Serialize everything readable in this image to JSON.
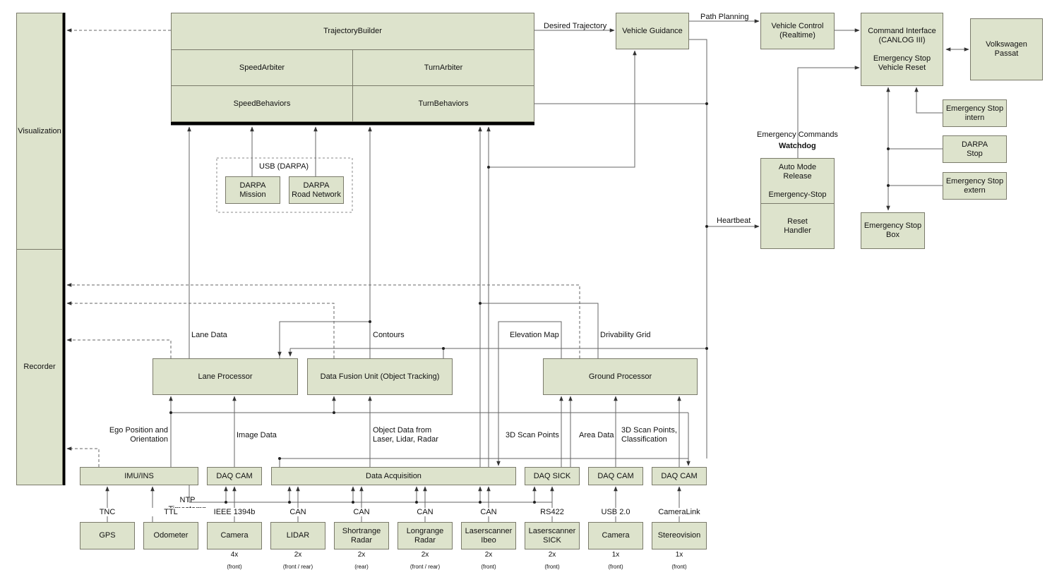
{
  "panels": {
    "visualization": "Visualization",
    "recorder": "Recorder"
  },
  "planner": {
    "trajectory_builder": "TrajectoryBuilder",
    "speed_arbiter": "SpeedArbiter",
    "turn_arbiter": "TurnArbiter",
    "speed_behaviors": "SpeedBehaviors",
    "turn_behaviors": "TurnBehaviors"
  },
  "control": {
    "vehicle_guidance": "Vehicle Guidance",
    "vehicle_control": "Vehicle Control\n(Realtime)",
    "command_interface": "Command Interface\n(CANLOG III)\n\nEmergency Stop\nVehicle Reset",
    "volkswagen": "Volkswagen\nPassat",
    "estop_intern": "Emergency Stop\nintern",
    "darpa_stop": "DARPA\nStop",
    "estop_extern": "Emergency Stop\nextern",
    "estop_box": "Emergency Stop\nBox"
  },
  "watchdog": {
    "title": "Watchdog",
    "auto_mode": "Auto Mode\nRelease\n\nEmergency-Stop",
    "reset_handler": "Reset\nHandler",
    "emergency_commands": "Emergency Commands",
    "heartbeat": "Heartbeat"
  },
  "usb": {
    "group_label": "USB (DARPA)",
    "darpa_mission": "DARPA\nMission",
    "darpa_road_network": "DARPA\nRoad Network"
  },
  "processors": {
    "lane_processor": "Lane Processor",
    "data_fusion": "Data Fusion Unit (Object Tracking)",
    "ground_processor": "Ground Processor"
  },
  "daq": {
    "imu": "IMU/INS",
    "daq_cam_1": "DAQ CAM",
    "data_acquisition": "Data Acquisition",
    "daq_sick": "DAQ SICK",
    "daq_cam_2": "DAQ CAM",
    "daq_cam_3": "DAQ CAM"
  },
  "sensors": [
    {
      "name": "GPS",
      "bus": "TNC",
      "count": "",
      "placement": ""
    },
    {
      "name": "Odometer",
      "bus": "TTL",
      "count": "",
      "placement": ""
    },
    {
      "name": "Camera",
      "bus": "IEEE 1394b",
      "count": "4x",
      "placement": "(front)"
    },
    {
      "name": "LIDAR",
      "bus": "CAN",
      "count": "2x",
      "placement": "(front / rear)"
    },
    {
      "name": "Shortrange\nRadar",
      "bus": "CAN",
      "count": "2x",
      "placement": "(rear)"
    },
    {
      "name": "Longrange\nRadar",
      "bus": "CAN",
      "count": "2x",
      "placement": "(front / rear)"
    },
    {
      "name": "Laserscanner\nIbeo",
      "bus": "CAN",
      "count": "2x",
      "placement": "(front)"
    },
    {
      "name": "Laserscanner\nSICK",
      "bus": "RS422",
      "count": "2x",
      "placement": "(front)"
    },
    {
      "name": "Camera",
      "bus": "USB 2.0",
      "count": "1x",
      "placement": "(front)"
    },
    {
      "name": "Stereovision",
      "bus": "CameraLink",
      "count": "1x",
      "placement": "(front)"
    }
  ],
  "edges": {
    "desired_trajectory": "Desired Trajectory",
    "path_planning": "Path Planning",
    "lane_data": "Lane Data",
    "contours": "Contours",
    "elevation_map": "Elevation Map",
    "drivability_grid": "Drivability Grid",
    "ego_position": "Ego Position and\nOrientation",
    "image_data": "Image Data",
    "object_data": "Object Data from\nLaser, Lidar, Radar",
    "scan_points_3d": "3D Scan Points",
    "area_data": "Area Data",
    "scan_points_class": "3D Scan Points,\nClassification",
    "ntp": "NTP\nTimestamp"
  }
}
